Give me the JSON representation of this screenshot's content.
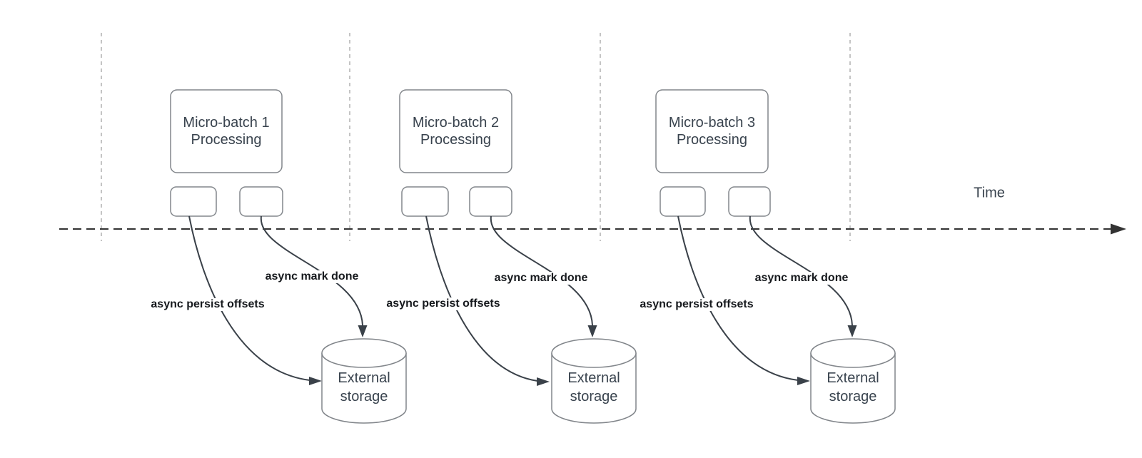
{
  "diagram": {
    "time_label": "Time",
    "groups": [
      {
        "box_line1": "Micro-batch 1",
        "box_line2": "Processing",
        "persist_label": "async persist offsets",
        "mark_label": "async mark done",
        "storage_line1": "External",
        "storage_line2": "storage"
      },
      {
        "box_line1": "Micro-batch 2",
        "box_line2": "Processing",
        "persist_label": "async persist offsets",
        "mark_label": "async mark done",
        "storage_line1": "External",
        "storage_line2": "storage"
      },
      {
        "box_line1": "Micro-batch 3",
        "box_line2": "Processing",
        "persist_label": "async persist offsets",
        "mark_label": "async mark done",
        "storage_line1": "External",
        "storage_line2": "storage"
      }
    ],
    "colors": {
      "arrow_stroke": "#3a4149",
      "shape_stroke": "#82868b",
      "gridline": "#b5b5b5",
      "timeline": "#333333",
      "node_text": "#39434e",
      "label_text": "#16191d",
      "background": "#ffffff"
    }
  }
}
